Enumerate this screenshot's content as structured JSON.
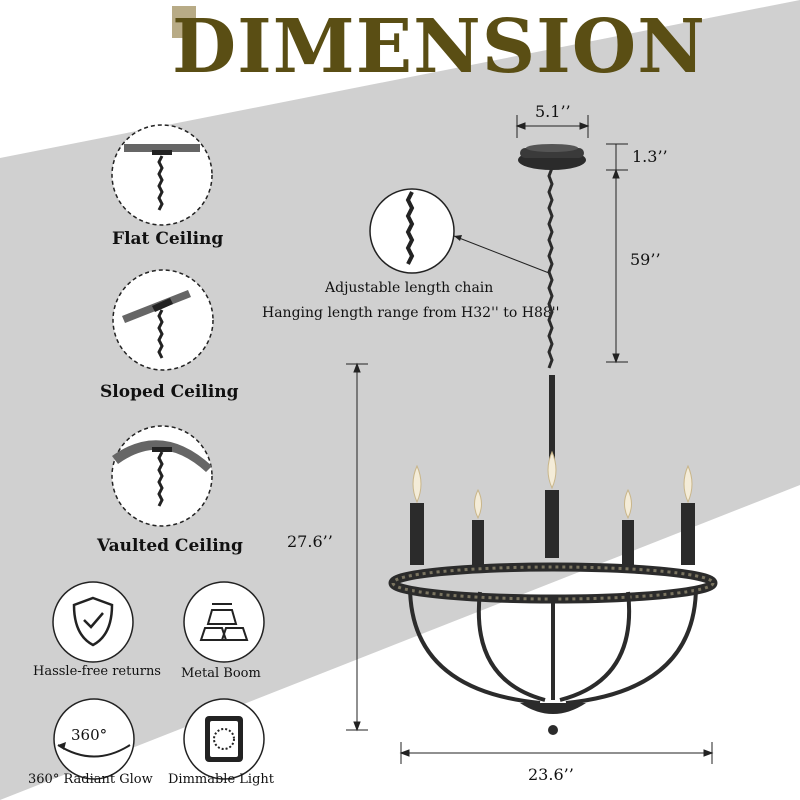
{
  "title": "DIMENSION",
  "mounting": [
    {
      "label": "Flat Ceiling"
    },
    {
      "label": "Sloped Ceiling"
    },
    {
      "label": "Vaulted Ceiling"
    }
  ],
  "chain_note": {
    "line1": "Adjustable length chain",
    "line2": "Hanging length range from H32'' to H88''"
  },
  "dimensions": {
    "canopy_width": "5.1’’",
    "canopy_height": "1.3’’",
    "chain_length": "59’’",
    "body_height": "27.6’’",
    "body_width": "23.6’’"
  },
  "features": [
    {
      "label": "Hassle-free returns",
      "icon": "shield-check-icon"
    },
    {
      "label": "Metal Boom",
      "icon": "metal-bars-icon"
    },
    {
      "label": "360° Radiant Glow",
      "icon": "rotate-360-icon",
      "icon_text": "360°"
    },
    {
      "label": "Dimmable Light",
      "icon": "dimmer-switch-icon"
    }
  ],
  "colors": {
    "title": "#5a4e14",
    "band": "#cfcfcf",
    "iron": "#2b2b2b"
  }
}
